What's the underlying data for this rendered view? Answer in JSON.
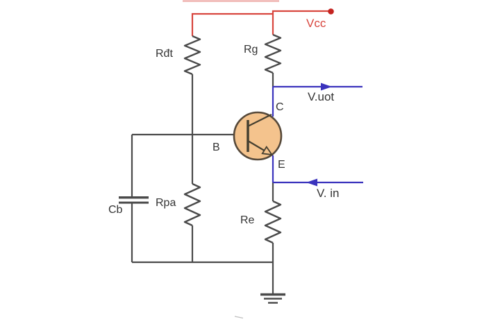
{
  "diagram": {
    "type": "circuit-schematic",
    "description": "Transistor amplifier bias circuit with voltage-divider resistors, emitter resistor and bypass capacitor",
    "labels": {
      "vcc": "Vcc",
      "rdt": "Rđt",
      "rg": "Rg",
      "rpa": "Rpa",
      "re": "Re",
      "cb": "Cb",
      "collector": "C",
      "base": "B",
      "emitter": "E",
      "vout": "V.uot",
      "vin": "V. in"
    },
    "components": [
      "supply rail Vcc (red, dot terminal)",
      "resistor Rđt (upper left)",
      "resistor Rg (upper right)",
      "resistor Rpa (lower left)",
      "resistor Re (lower right)",
      "capacitor Cb (far left)",
      "NPN transistor (orange circle, pins C B E)",
      "output line V.uot (blue, arrow pointing right)",
      "input line V. in (blue, arrow pointing left)",
      "earth ground symbol (bottom)"
    ],
    "colors": {
      "background": "#ffffff",
      "supply_red": "#d8453d",
      "supply_dot_red": "#c42420",
      "signal_blue": "#3a33bd",
      "wire_gray": "#4a4a4a",
      "transistor_fill": "#f4c38d",
      "transistor_stroke": "#56493a",
      "transistor_inner": "#453f30",
      "label_black": "#333333"
    }
  }
}
